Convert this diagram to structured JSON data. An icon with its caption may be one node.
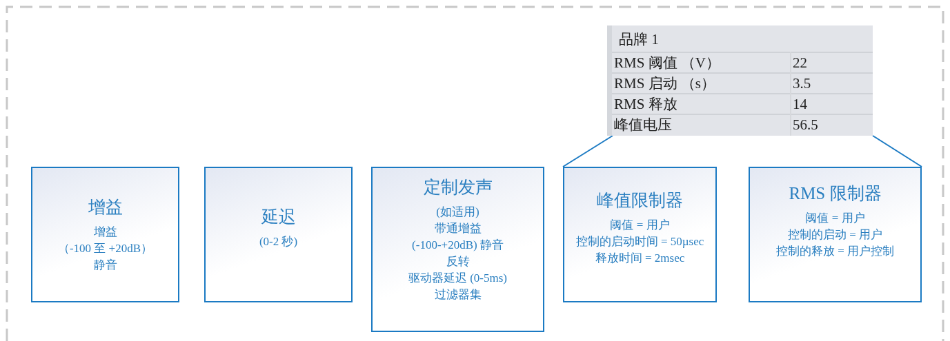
{
  "diagram": {
    "nodes": [
      {
        "text": [
          "增益",
          "增益",
          "（-100 至 +20dB）",
          "静音"
        ]
      },
      {
        "text": [
          "延迟",
          "(0-2 秒)"
        ]
      },
      {
        "text": [
          "定制发声",
          "(如适用)",
          "带通增益",
          "(-100-+20dB) 静音",
          "反转",
          "驱动器延迟 (0-5ms)",
          "过滤器集"
        ]
      },
      {
        "text": [
          "峰值限制器",
          "阈值 = 用户",
          "控制的启动时间 = 50µsec",
          "释放时间 = 2msec"
        ]
      },
      {
        "text": [
          "RMS 限制器",
          "阈值 = 用户",
          "控制的启动 = 用户",
          "控制的释放 = 用户控制"
        ]
      },
      {
        "text": [
          "品牌 1",
          "RMS 阈值 （V）",
          "22",
          "RMS 启动 （s）",
          "3.5",
          "RMS 释放",
          "14",
          "峰值电压",
          "56.5"
        ]
      }
    ],
    "edges": [
      {
        "from": 5,
        "to": 3,
        "arrow": "none"
      },
      {
        "from": 5,
        "to": 4,
        "arrow": "none"
      }
    ]
  }
}
